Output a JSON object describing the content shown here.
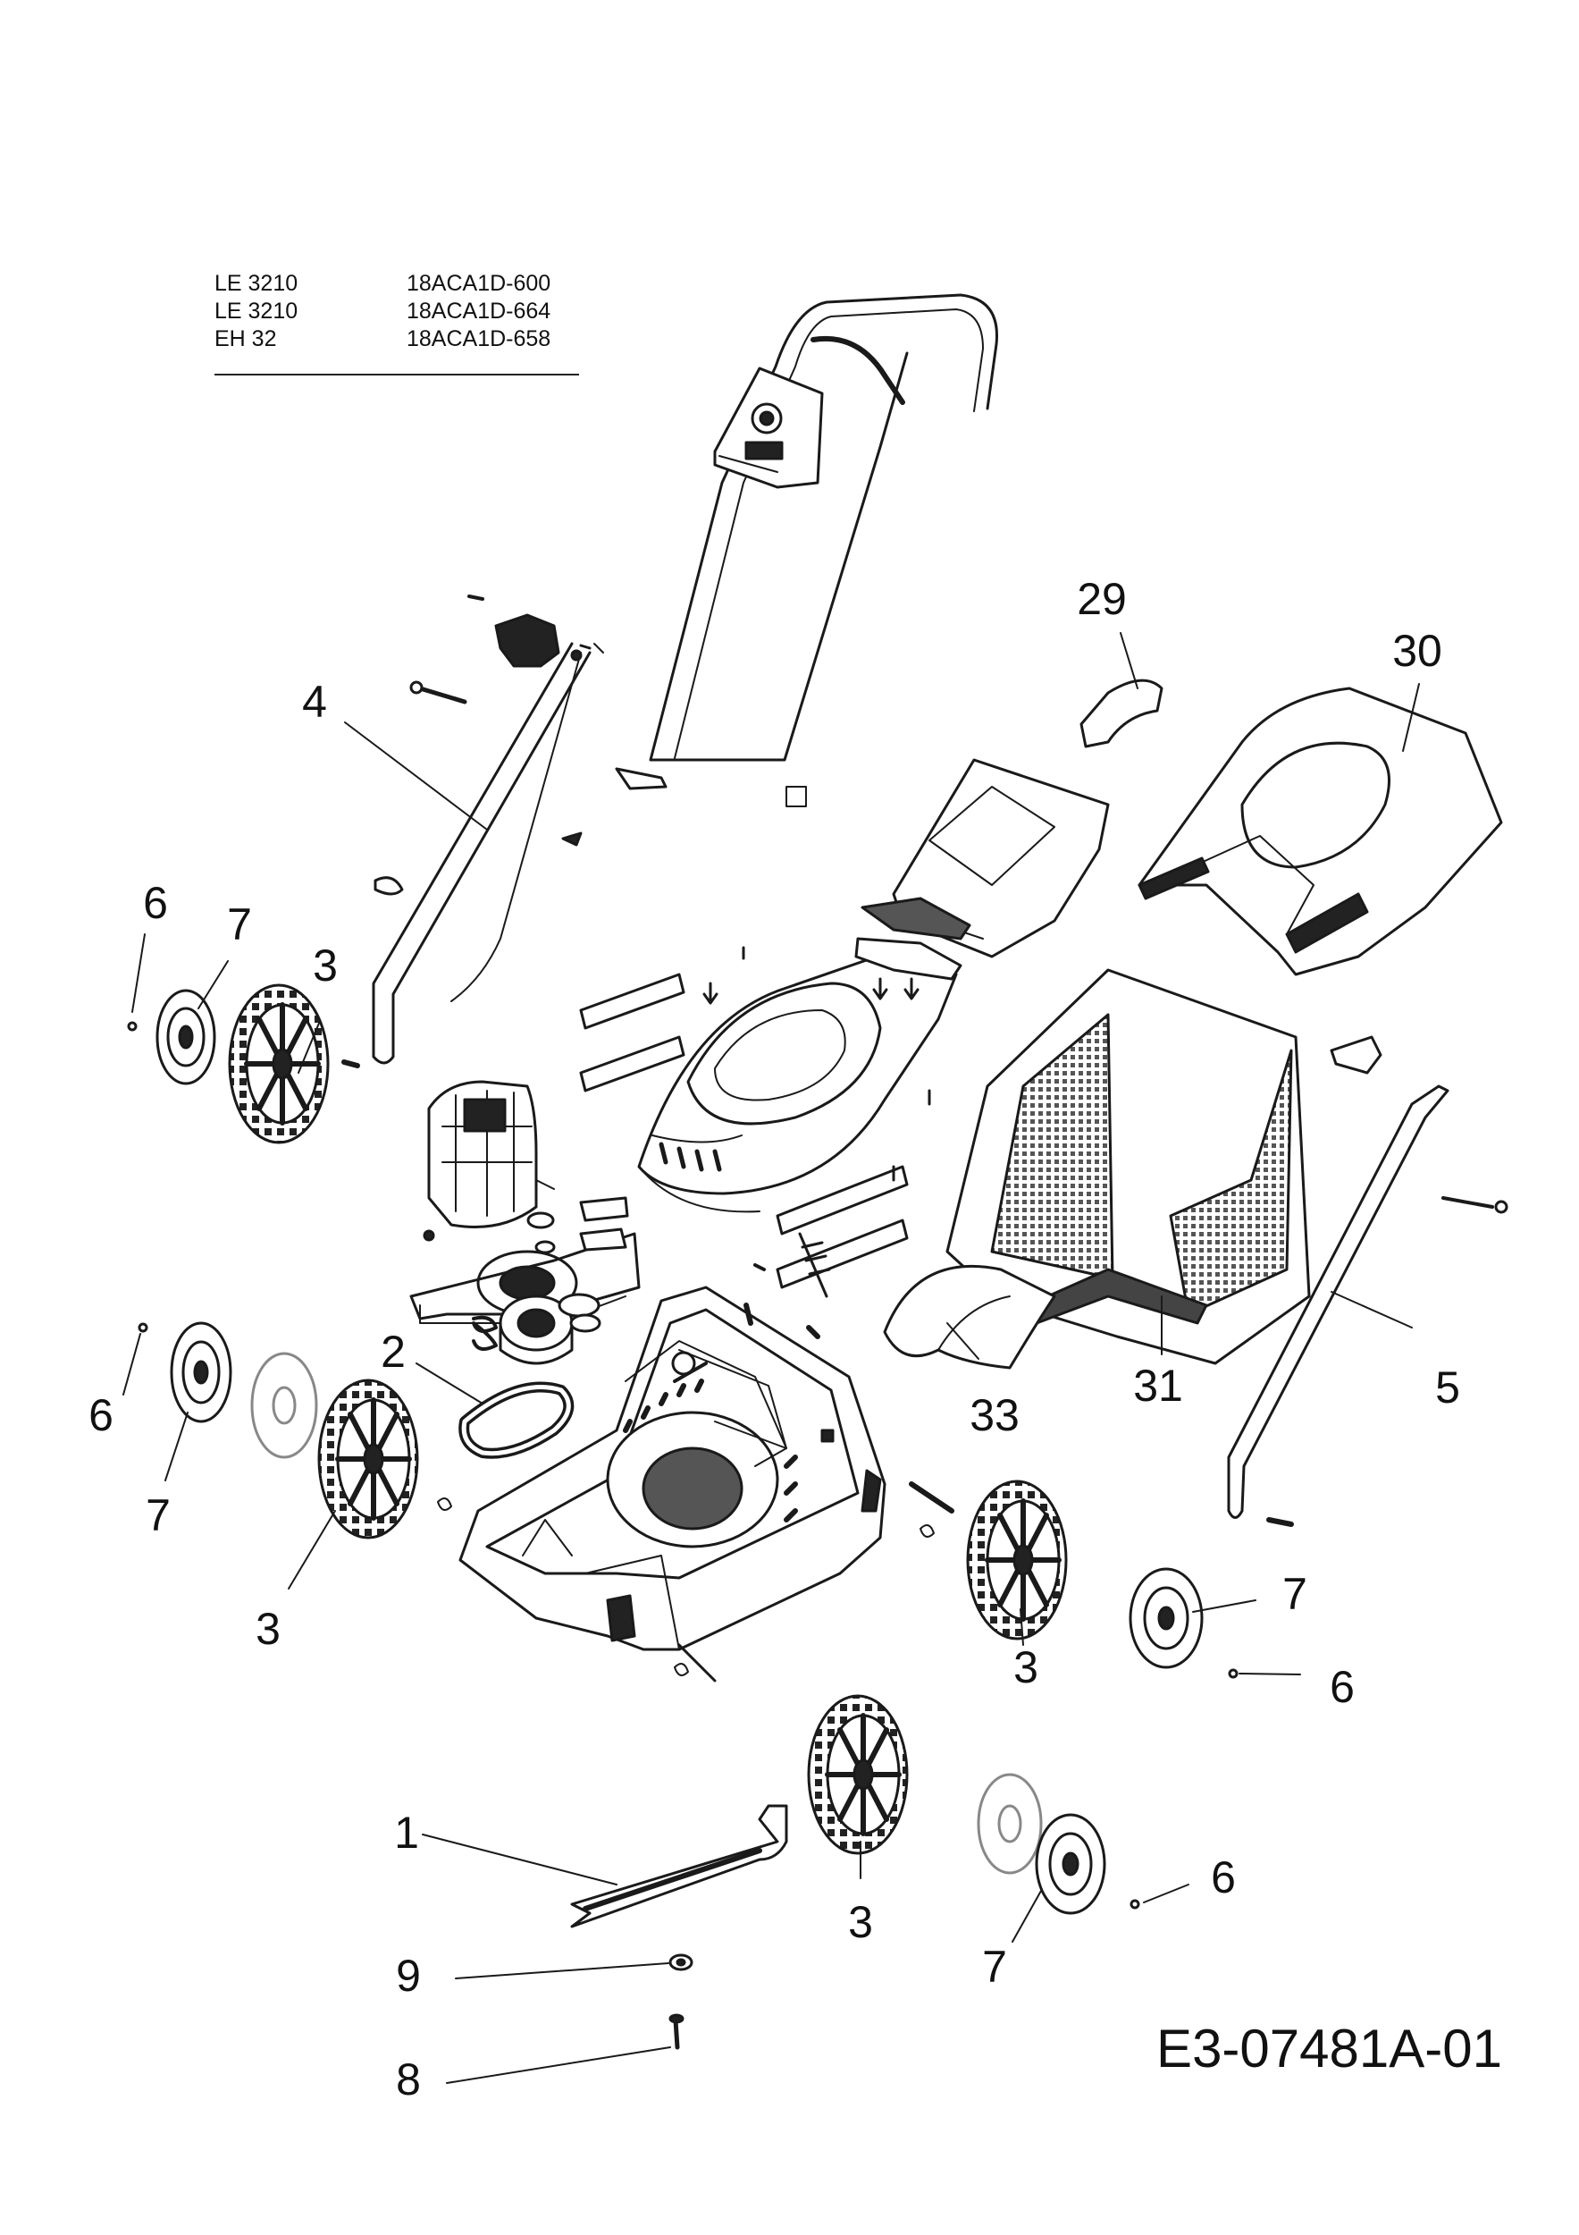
{
  "models": [
    {
      "name": "LE 3210",
      "number": "18ACA1D-600"
    },
    {
      "name": "LE 3210",
      "number": "18ACA1D-664"
    },
    {
      "name": "EH 32",
      "number": "18ACA1D-658"
    }
  ],
  "callouts": {
    "c1": "1",
    "c2": "2",
    "c3a": "3",
    "c3b": "3",
    "c3c": "3",
    "c3d": "3",
    "c3e": "3",
    "c4": "4",
    "c5": "5",
    "c6a": "6",
    "c6b": "6",
    "c6c": "6",
    "c6d": "6",
    "c7a": "7",
    "c7b": "7",
    "c7c": "7",
    "c7d": "7",
    "c8": "8",
    "c9": "9",
    "c29": "29",
    "c30": "30",
    "c31": "31",
    "c33": "33"
  },
  "drawing_code": "E3-07481A-01"
}
